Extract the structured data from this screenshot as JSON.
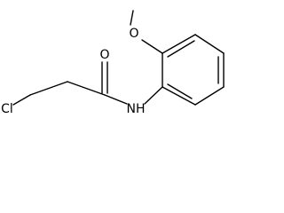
{
  "molecule": {
    "atoms": {
      "cl": "Cl",
      "carbonyl_o": "O",
      "amide_n": "NH",
      "methoxy_o": "O"
    },
    "colors": {
      "bond": "#000000",
      "label": "#000000",
      "background": "#ffffff"
    }
  }
}
